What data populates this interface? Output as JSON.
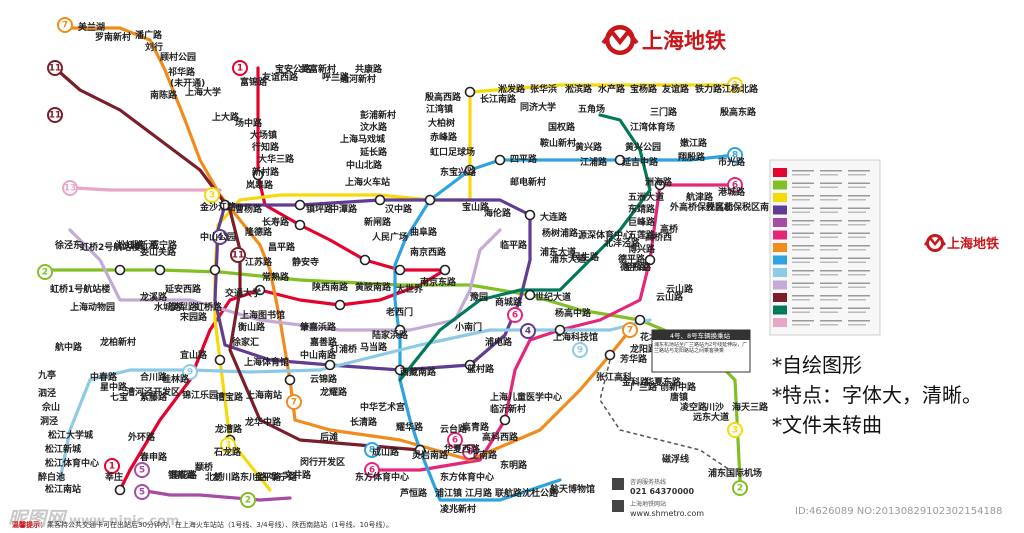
{
  "brand": {
    "name": "上海地铁",
    "color": "#c8161d"
  },
  "notes": [
    "*自绘图形",
    "*特点：字体大，清晰。",
    "*文件未转曲"
  ],
  "watermark": {
    "site": "昵图网",
    "url": "www.nipic.com",
    "id": "ID:4626089 NO:20130829102302154188"
  },
  "tip": {
    "label": "温馨提示：",
    "text": "乘客持公共交通卡可在出站后30分钟内，在上海火车站站（1号线、3/4号线）、陕西南路站（1号线、10号线）。"
  },
  "line_colors": {
    "l1": "#e4032e",
    "l2": "#82bf25",
    "l3": "#f6d90b",
    "l4": "#5f3d92",
    "l5": "#a64ca6",
    "l6": "#e3287a",
    "l7": "#f08c1e",
    "l8": "#2ea3e0",
    "l9": "#8ecae6",
    "l10": "#c4aad4",
    "l11": "#7a1e2a",
    "l12": "#007a5a",
    "l13": "#e9a6c8"
  },
  "badges": [
    {
      "n": "7",
      "c": "#f08c1e"
    },
    {
      "n": "11",
      "c": "#7a1e2a"
    },
    {
      "n": "11",
      "c": "#7a1e2a"
    },
    {
      "n": "1",
      "c": "#e4032e"
    },
    {
      "n": "3",
      "c": "#f6d90b"
    },
    {
      "n": "13",
      "c": "#e9a6c8"
    },
    {
      "n": "3",
      "c": "#f6d90b"
    },
    {
      "n": "4",
      "c": "#5f3d92"
    },
    {
      "n": "11",
      "c": "#7a1e2a"
    },
    {
      "n": "2",
      "c": "#82bf25"
    },
    {
      "n": "7",
      "c": "#f08c1e"
    },
    {
      "n": "8",
      "c": "#2ea3e0"
    },
    {
      "n": "6",
      "c": "#e3287a"
    },
    {
      "n": "4",
      "c": "#5f3d92"
    },
    {
      "n": "6",
      "c": "#e3287a"
    },
    {
      "n": "9",
      "c": "#8ecae6"
    },
    {
      "n": "1",
      "c": "#e4032e"
    },
    {
      "n": "5",
      "c": "#a64ca6"
    },
    {
      "n": "3",
      "c": "#f6d90b"
    },
    {
      "n": "5",
      "c": "#a64ca6"
    },
    {
      "n": "6",
      "c": "#e3287a"
    },
    {
      "n": "8",
      "c": "#2ea3e0"
    },
    {
      "n": "6",
      "c": "#e3287a"
    },
    {
      "n": "6",
      "c": "#e3287a"
    },
    {
      "n": "7",
      "c": "#f08c1e"
    },
    {
      "n": "2",
      "c": "#82bf25"
    },
    {
      "n": "3",
      "c": "#f6d90b"
    },
    {
      "n": "9",
      "c": "#8ecae6"
    },
    {
      "n": "2",
      "c": "#82bf25"
    }
  ],
  "stations": [
    "美兰湖",
    "罗南新村",
    "潘广路",
    "刘行",
    "顾村公园",
    "祁华路",
    "(未开通)",
    "上海大学",
    "南陈路",
    "上大路",
    "场中路",
    "大场镇",
    "行知路",
    "大华三路",
    "新村路",
    "岚皋路",
    "镇坪路",
    "中潭路",
    "富锦路",
    "友谊西路",
    "宝安公路",
    "共富新村",
    "呼兰路",
    "通河新村",
    "共康路",
    "彭浦新村",
    "汶水路",
    "上海马戏城",
    "延长路",
    "中山北路",
    "上海火车站",
    "汉中路",
    "曲阜路",
    "新闸路",
    "人民广场",
    "南京西路",
    "南京东路",
    "豫园",
    "老西门",
    "大世界",
    "黄陂南路",
    "陕西南路",
    "常熟路",
    "静安寺",
    "江苏路",
    "隆德路",
    "曹杨路",
    "金沙江路",
    "长寿路",
    "昌平路",
    "中山公园",
    "延安西路",
    "娄山关路",
    "威宁路",
    "北新泾",
    "淞虹路",
    "虹桥2号航站楼",
    "虹桥1号航站楼",
    "徐泾东",
    "上海动物园",
    "龙溪路",
    "水城路",
    "伊犁路",
    "宋园路",
    "虹桥路",
    "交通大学",
    "上海图书馆",
    "衡山路",
    "徐家汇",
    "宜山路",
    "肇嘉浜路",
    "嘉善路",
    "打浦桥",
    "马当路",
    "陆家浜路",
    "小南门",
    "西藏南路",
    "蓝村路",
    "上海儿童医学中心",
    "临沂新村",
    "高科西路",
    "东明路",
    "浦电路",
    "世纪大道",
    "杨高中路",
    "商城路",
    "浦东大道",
    "民生路",
    "源深体育中心",
    "北洋泾路",
    "德平路",
    "云山路",
    "金科路",
    "张江高科",
    "龙阳路",
    "花木路",
    "芳华路",
    "上海科技馆",
    "东方体育中心",
    "凌兆新村",
    "龙华中路",
    "上海体育馆",
    "上海南站",
    "锦江乐园",
    "漕宝路",
    "龙漕路",
    "石龙路",
    "莲花路",
    "外环路",
    "莘庄",
    "春申路",
    "银都路",
    "颛桥",
    "北桥",
    "剑川路",
    "东川路",
    "金平路",
    "华宁路",
    "文井路",
    "闵行开发区",
    "九亭",
    "泗泾",
    "佘山",
    "洞泾",
    "松江大学城",
    "松江新城",
    "松江体育中心",
    "醉白池",
    "松江南站",
    "中春路",
    "星中路",
    "七宝",
    "漕河泾开发区",
    "合川路",
    "桂林路",
    "龙柏新村",
    "紫藤路",
    "航中路",
    "殷高西路",
    "江湾镇",
    "大柏树",
    "赤峰路",
    "虹口足球场",
    "东宝兴路",
    "宝山路",
    "海伦路",
    "临平路",
    "大连路",
    "杨树浦路",
    "浦东大道",
    "长江南路",
    "淞发路",
    "张华浜",
    "淞滨路",
    "水产路",
    "宝杨路",
    "友谊路",
    "铁力路",
    "江杨北路",
    "殷高东路",
    "三门路",
    "江湾体育场",
    "五角场",
    "国权路",
    "同济大学",
    "四平路",
    "邮电新村",
    "鞍山新村",
    "江浦路",
    "黄兴路",
    "延吉中路",
    "黄兴公园",
    "翔殷路",
    "嫩江路",
    "市光路",
    "洲海路",
    "五洲大道",
    "东靖路",
    "巨峰路",
    "五莲路",
    "博兴路",
    "金桥路",
    "云山路",
    "德平路",
    "外高桥保税区北",
    "航津路",
    "外高桥保税区南",
    "港城路",
    "高桥",
    "高桥西",
    "川沙",
    "海天三路",
    "远东大道",
    "凌空路",
    "唐镇",
    "创新中路",
    "华夏东路",
    "广兰路",
    "浦东国际机场",
    "磁浮线",
    "芦恒路",
    "浦江镇",
    "江月路",
    "联航路",
    "沈杜公路",
    "航天博物馆",
    "东方体育中心",
    "成山路",
    "耀华路",
    "中华艺术宫",
    "云台路",
    "高青路",
    "华夏西路",
    "上南路",
    "灵岩南路",
    "长清路",
    "后滩",
    "龙耀路",
    "云锦路",
    "中山南路"
  ],
  "legend_header": "4号、8号车辆换乘站",
  "legend_text": "浦东机场站至广兰路站为2号线延伸段，广兰路站与龙阳路站之间乘客换乘",
  "contact": {
    "hotline_label": "咨询服务热线",
    "hotline": "021 64370000",
    "web_label": "上海地铁网站",
    "web": "www.shmetro.com"
  }
}
